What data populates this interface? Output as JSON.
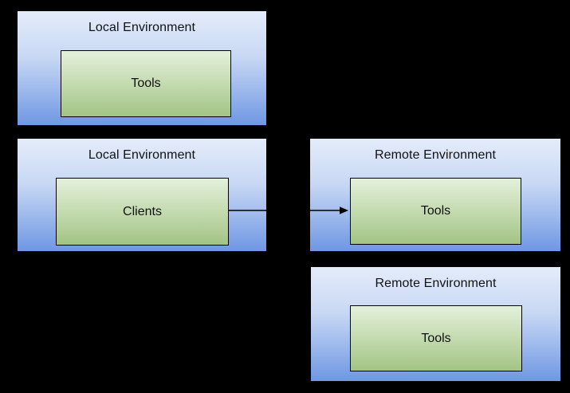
{
  "diagram": {
    "background": "#000000",
    "boxes": [
      {
        "title": "Local Environment",
        "node": "Tools"
      },
      {
        "title": "Local Environment",
        "node": "Clients"
      },
      {
        "title": "Remote Environment",
        "node": "Tools"
      },
      {
        "title": "Remote Environment",
        "node": "Tools"
      }
    ],
    "arrow": {
      "from": "Clients",
      "to": "Tools",
      "direction": "right"
    },
    "colors": {
      "env_gradient_top": "#e4ecfa",
      "env_gradient_bottom": "#6f97e3",
      "node_gradient_top": "#e4f0db",
      "node_gradient_bottom": "#a2c484",
      "border": "#000000",
      "text": "#121212",
      "arrow": "#000000"
    }
  }
}
